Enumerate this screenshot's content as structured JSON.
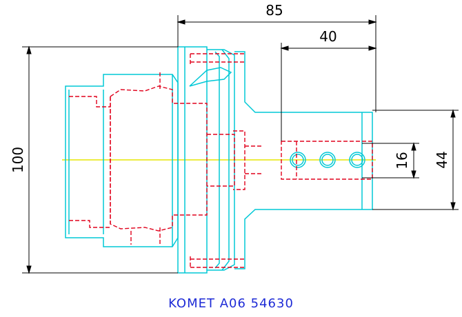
{
  "drawing": {
    "caption": "KOMET A06 54630",
    "dimensions": {
      "overall_length": "85",
      "bore_depth": "40",
      "flange_diameter": "100",
      "shank_diameter": "44",
      "hole_pitch": "16"
    },
    "colors": {
      "outline": "#00c8d6",
      "hidden": "#e0001b",
      "centerline": "#e6e600",
      "dimension": "#000000",
      "caption": "#1e2bd6"
    }
  }
}
